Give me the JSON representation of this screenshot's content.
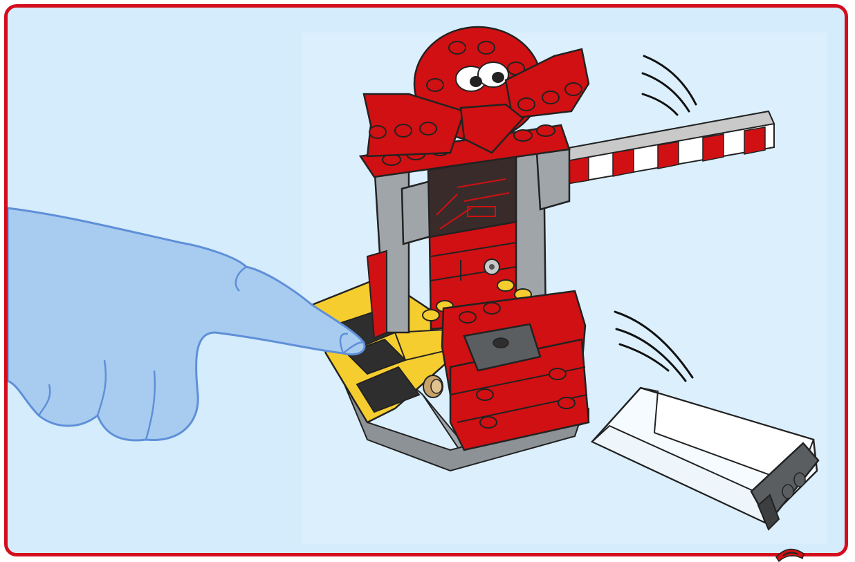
{
  "scene": {
    "description_name": "instruction-illustration",
    "colors": {
      "frame_border": "#d40d1d",
      "background": "#d4ecfb",
      "brick_red": "#d01012",
      "brick_dark_red": "#a80c0f",
      "brick_yellow": "#f5cd2f",
      "brick_gray": "#a0a5a9",
      "brick_dark_gray": "#5b5e61",
      "hand_fill": "#a8ccf0",
      "hand_outline": "#5f8fd8",
      "transparent_part": "#ffffff",
      "tan_pin": "#c8a26a"
    },
    "elements": [
      "pointing-hand",
      "barrier-gate-model",
      "red-white-barrier-arm",
      "ejected-transparent-part",
      "motion-lines"
    ]
  }
}
